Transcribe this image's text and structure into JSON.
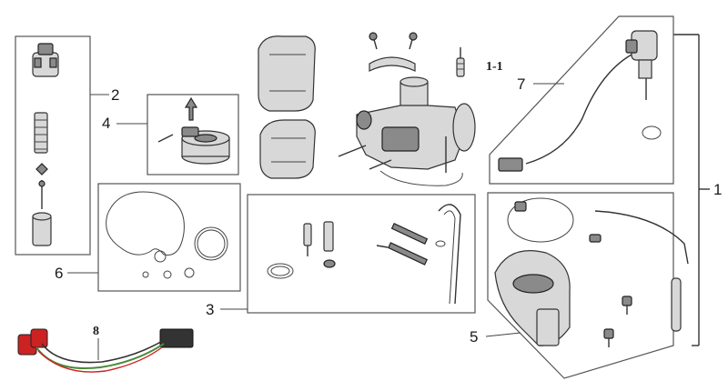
{
  "callouts": {
    "c1": "1",
    "c1_1": "1-1",
    "c2": "2",
    "c3": "3",
    "c4": "4",
    "c5": "5",
    "c6": "6",
    "c7": "7",
    "c8": "8"
  }
}
